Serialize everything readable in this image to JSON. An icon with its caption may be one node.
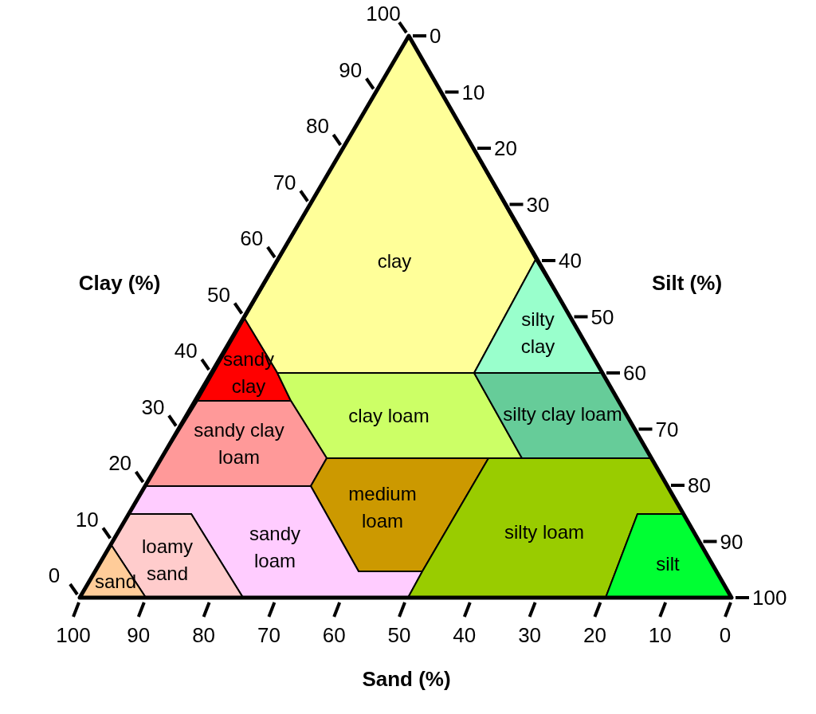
{
  "diagram": {
    "nodes": [
      {
        "text": [
          "clay"
        ]
      },
      {
        "text": [
          "silty clay"
        ]
      },
      {
        "text": [
          "sandy clay"
        ]
      },
      {
        "text": [
          "clay loam"
        ]
      },
      {
        "text": [
          "silty clay loam"
        ]
      },
      {
        "text": [
          "sandy clay loam"
        ]
      },
      {
        "text": [
          "medium loam"
        ]
      },
      {
        "text": [
          "sandy loam"
        ]
      },
      {
        "text": [
          "silty loam"
        ]
      },
      {
        "text": [
          "loamy sand"
        ]
      },
      {
        "text": [
          "silt"
        ]
      },
      {
        "text": [
          "sand"
        ]
      }
    ],
    "labels": [
      "Clay (%)",
      "Silt (%)",
      "100",
      "90",
      "80",
      "70",
      "60",
      "50",
      "40",
      "30",
      "20",
      "10",
      "0",
      "0",
      "10",
      "20",
      "30",
      "40",
      "50",
      "60",
      "70",
      "80",
      "90",
      "100",
      "100",
      "90",
      "80",
      "70",
      "60",
      "50",
      "40",
      "30",
      "20",
      "10",
      "0",
      "Sand (%)"
    ]
  }
}
